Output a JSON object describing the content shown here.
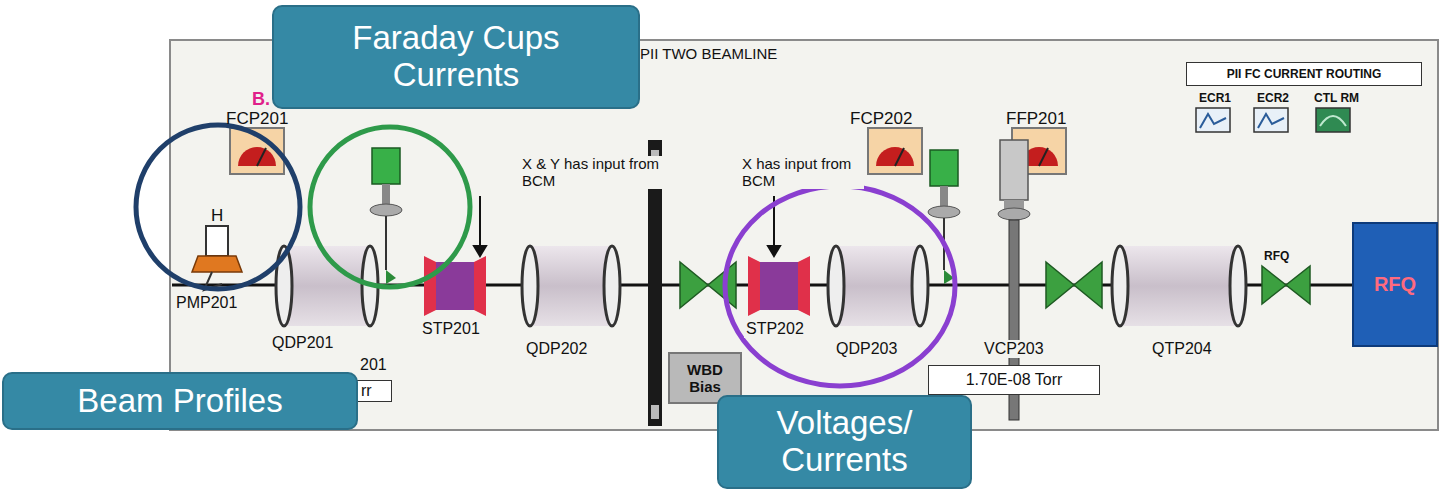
{
  "diagram": {
    "nodes": [
      {
        "text": [
          "Faraday Cups Currents"
        ]
      },
      {
        "text": [
          "Beam Profiles"
        ]
      },
      {
        "text": [
          "Voltages/ Currents"
        ]
      },
      {
        "text": [
          "PII FC CURRENT ROUTING"
        ]
      },
      {
        "text": [
          "rr"
        ]
      },
      {
        "text": [
          "WBD Bias"
        ]
      },
      {
        "text": [
          "1.70E-08 Torr"
        ]
      },
      {
        "text": [
          "RFQ"
        ]
      }
    ],
    "labels": [
      "PII TWO BEAMLINE",
      "ECR1",
      "ECR2",
      "CTL RM",
      "B.",
      "FCP201",
      "FCP202",
      "FFP201",
      "X & Y has input from BCM",
      "X has input from BCM",
      "H",
      "PMP201",
      "QDP201",
      "STP201",
      "QDP202",
      "STP202",
      "QDP203",
      "QTP204",
      "VCP203",
      "201",
      "RFQ"
    ]
  }
}
